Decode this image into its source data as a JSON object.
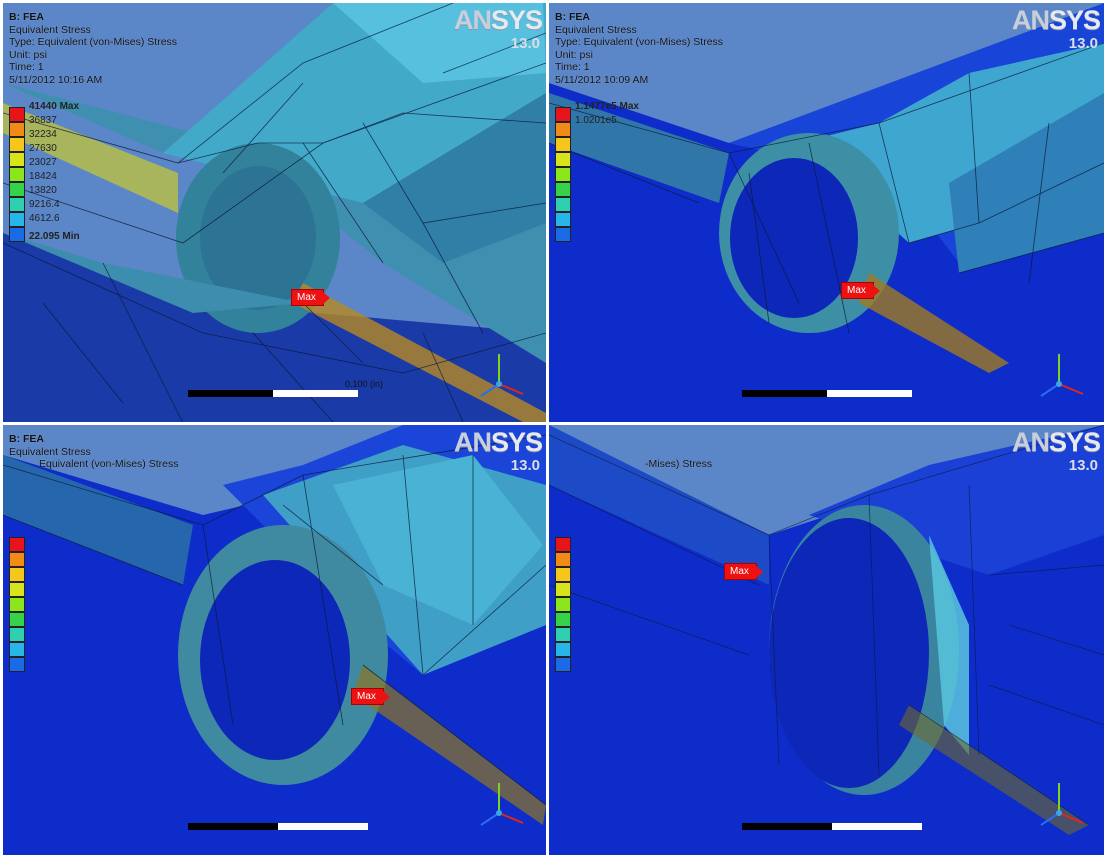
{
  "panels": [
    {
      "title": "B: FEA",
      "result": "Equivalent Stress",
      "type": "Type: Equivalent (von-Mises) Stress",
      "unit": "Unit: psi",
      "time": "Time: 1",
      "date": "5/11/2012 10:16 AM",
      "legend": [
        "41440 Max",
        "36837",
        "32234",
        "27630",
        "23027",
        "18424",
        "13820",
        "9216.4",
        "4612.6",
        "22.095 Min"
      ],
      "scale_label": "0.100 (in)",
      "max_tag": "Max",
      "logo_an": "AN",
      "logo_sys": "SYS",
      "version": "13.0"
    },
    {
      "title": "B: FEA",
      "result": "Equivalent Stress",
      "type": "Type: Equivalent (von-Mises) Stress",
      "unit": "Unit: psi",
      "time": "Time: 1",
      "date": "5/11/2012 10:09 AM",
      "legend": [
        "1.1477e5 Max",
        "1.0201e5",
        "",
        "",
        "",
        "",
        "",
        "",
        "",
        ""
      ],
      "scale_label": "",
      "max_tag": "Max",
      "logo_an": "AN",
      "logo_sys": "SYS",
      "version": "13.0"
    },
    {
      "title": "B: FEA",
      "result": "Equivalent Stress",
      "type": "Equivalent (von-Mises) Stress",
      "unit": "",
      "time": "",
      "date": "",
      "legend": [
        "",
        "",
        "",
        "",
        "",
        "",
        "",
        "",
        "",
        ""
      ],
      "scale_label": "",
      "max_tag": "Max",
      "logo_an": "AN",
      "logo_sys": "SYS",
      "version": "13.0"
    },
    {
      "title": "",
      "result": "",
      "type": "-Mises) Stress",
      "unit": "",
      "time": "",
      "date": "",
      "legend": [
        "",
        "",
        "",
        "",
        "",
        "",
        "",
        "",
        "",
        ""
      ],
      "scale_label": "",
      "max_tag": "Max",
      "logo_an": "AN",
      "logo_sys": "SYS",
      "version": "13.0"
    }
  ],
  "legend_colors": [
    "#e8141b",
    "#f28a18",
    "#f6c71b",
    "#d8e41b",
    "#8ce61c",
    "#35d24a",
    "#2ed0b0",
    "#27b6e8",
    "#1c6be6",
    "#0c1fd6"
  ],
  "mesh_colors": {
    "dark": "#0b1f9e",
    "mid": "#1f63b3",
    "teal": "#2a8c9c",
    "light": "#4fb8d6",
    "hot": "#c97a17"
  }
}
